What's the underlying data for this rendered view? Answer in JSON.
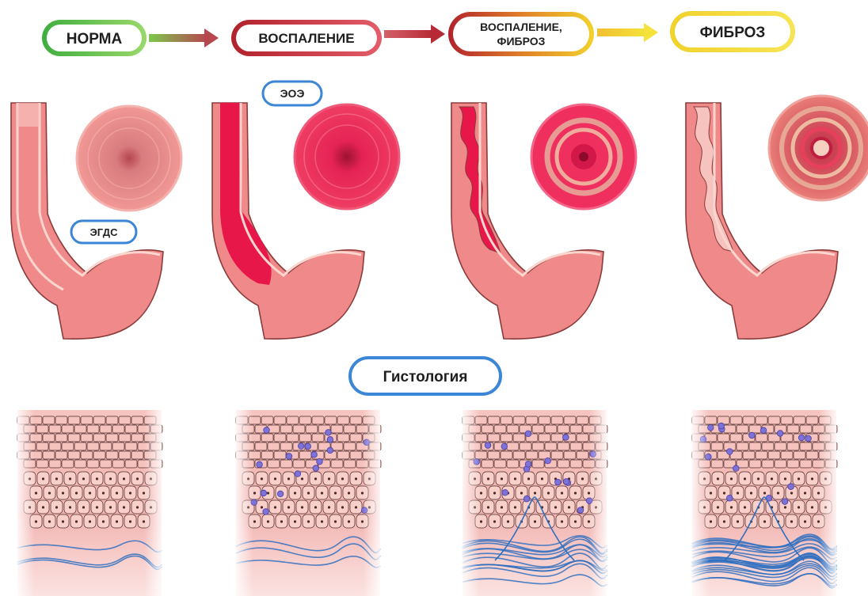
{
  "stages": [
    {
      "label": "НОРМА"
    },
    {
      "label": "ВОСПАЛЕНИЕ"
    },
    {
      "label_line1": "ВОСПАЛЕНИЕ,",
      "label_line2": "ФИБРОЗ"
    },
    {
      "label": "ФИБРОЗ"
    }
  ],
  "annotations": {
    "egds": "ЭГДС",
    "eoe": "ЭОЭ",
    "histology": "Гистология"
  },
  "colors": {
    "norm": "#6cc644",
    "inflammation": "#c1272d",
    "inflammation_fibrosis": "#e07a20",
    "fibrosis": "#f2d42c",
    "annotation_blue": "#3b86d6",
    "tissue_pink": "#f08a8a",
    "inflamed_red": "#e8174a",
    "collagen_blue": "#2f6fc0",
    "eosinophil_purple": "#7d72d6"
  }
}
